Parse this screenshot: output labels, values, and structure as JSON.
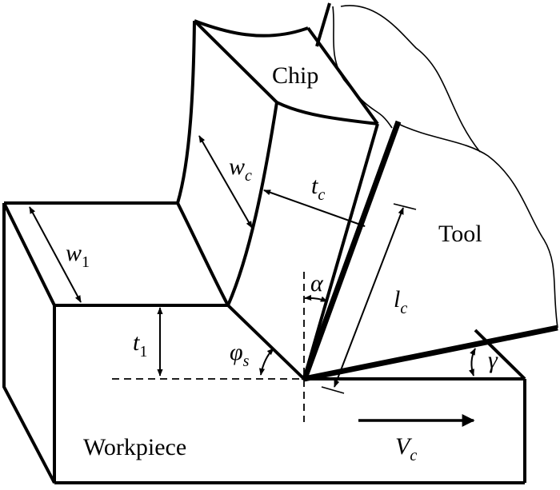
{
  "labels": {
    "chip": "Chip",
    "tool": "Tool",
    "workpiece": "Workpiece"
  },
  "symbols": {
    "wc": {
      "main": "w",
      "sub": "c"
    },
    "tc": {
      "main": "t",
      "sub": "c"
    },
    "w1": {
      "main": "w",
      "sub": "1"
    },
    "t1": {
      "main": "t",
      "sub": "1"
    },
    "lc": {
      "main": "l",
      "sub": "c"
    },
    "phis": {
      "main": "φ",
      "sub": "s"
    },
    "vc": {
      "main": "V",
      "sub": "c"
    },
    "alpha": "α",
    "gamma": "γ"
  }
}
